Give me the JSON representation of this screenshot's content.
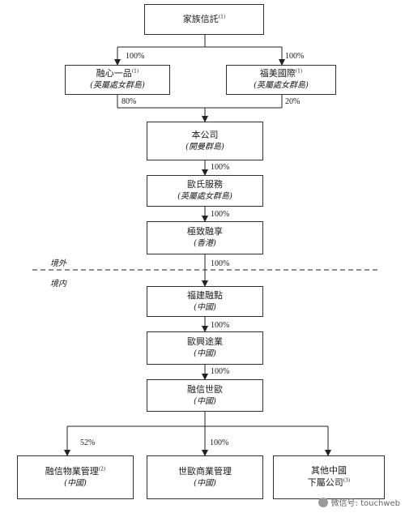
{
  "entities": {
    "family_trust": {
      "name": "家族信託",
      "note": "(1)"
    },
    "ronxin": {
      "name": "融心一品",
      "note": "(1)",
      "juris": "(英屬處女群島)"
    },
    "fumei": {
      "name": "福美國際",
      "note": "(1)",
      "juris": "(英屬處女群島)"
    },
    "company": {
      "name": "本公司",
      "juris": "(開曼群島)"
    },
    "oushi": {
      "name": "歐氏服務",
      "juris": "(英屬處女群島)"
    },
    "jizhi": {
      "name": "極致融享",
      "juris": "(香港)"
    },
    "fujian": {
      "name": "福建融點",
      "juris": "(中國)"
    },
    "ouxing": {
      "name": "歐興途業",
      "juris": "(中國)"
    },
    "rongxin_shiou": {
      "name": "融信世歐",
      "juris": "(中國)"
    },
    "property_mgmt": {
      "name": "融信物業管理",
      "note": "(2)",
      "juris": "(中國)"
    },
    "commercial_mgmt": {
      "name": "世歐商業管理",
      "juris": "(中國)"
    },
    "others": {
      "name1": "其他中國",
      "name2": "下屬公司",
      "note": "(3)"
    }
  },
  "percentages": {
    "trust_to_ronxin": "100%",
    "trust_to_fumei": "100%",
    "ronxin_to_company": "80%",
    "fumei_to_company": "20%",
    "company_to_oushi": "100%",
    "oushi_to_jizhi": "100%",
    "jizhi_to_fujian": "100%",
    "fujian_to_ouxing": "100%",
    "ouxing_to_rongxin": "100%",
    "rongxin_to_property": "52%",
    "rongxin_to_commercial": "100%"
  },
  "zones": {
    "offshore": "境外",
    "onshore": "境内"
  },
  "watermark": "微信号: touchweb"
}
